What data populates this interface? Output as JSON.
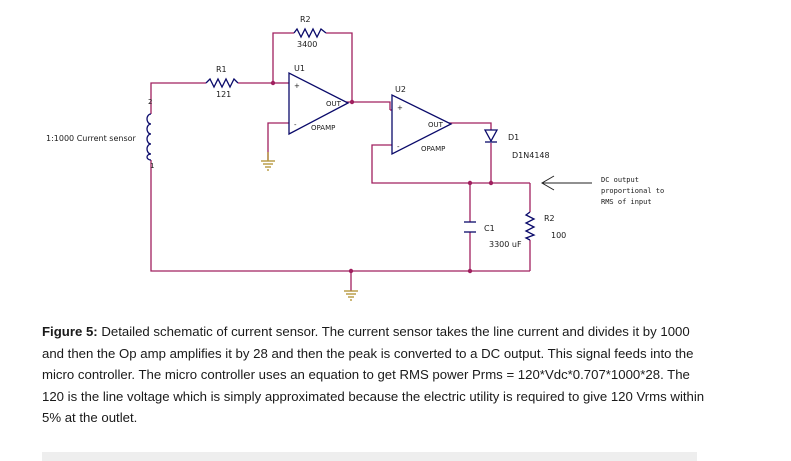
{
  "schematic": {
    "r1": {
      "ref": "R1",
      "value": "121"
    },
    "r2_feedback": {
      "ref": "R2",
      "value": "3400"
    },
    "u1": {
      "ref": "U1",
      "out": "OUT",
      "part": "OPAMP",
      "plus": "+",
      "minus": "-"
    },
    "u2": {
      "ref": "U2",
      "out": "OUT",
      "part": "OPAMP",
      "plus": "+",
      "minus": "-"
    },
    "sensor": {
      "label": "1:1000 Current sensor",
      "pin2": "2",
      "pin1": "1"
    },
    "d1": {
      "ref": "D1",
      "part": "D1N4148"
    },
    "c1": {
      "ref": "C1",
      "value": "3300 uF"
    },
    "r2_load": {
      "ref": "R2",
      "value": "100"
    },
    "annotation": [
      "DC output",
      "proportional to",
      "RMS of input"
    ]
  },
  "caption": {
    "heading": "Figure 5:",
    "body": "  Detailed schematic of current sensor.  The current sensor takes the line current and divides it by 1000 and then the Op amp amplifies it by 28 and then the peak is converted to a DC output.  This signal feeds into the micro controller.  The micro controller uses an equation to get RMS power  Prms = 120*Vdc*0.707*1000*28.  The 120 is the line voltage which is simply approximated because the electric utility is required to give 120 Vrms within 5% at the outlet."
  },
  "colors": {
    "wire": "#a0205f",
    "component": "#0a0a6a",
    "ground": "#b09030"
  }
}
